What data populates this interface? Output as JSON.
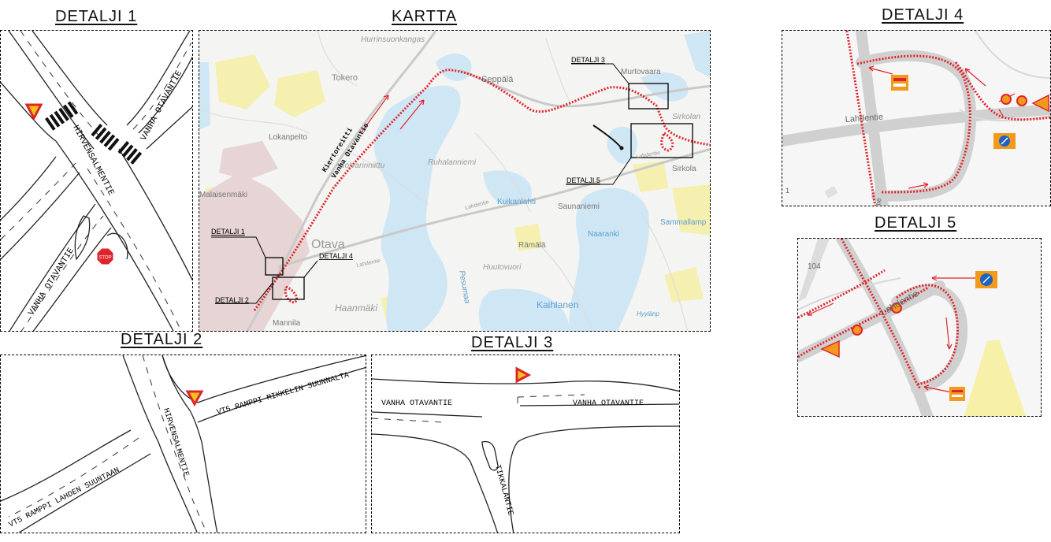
{
  "titles": {
    "detalji1": "DETALJI 1",
    "kartta": "KARTTA",
    "detalji4": "DETALJI 4",
    "detalji5": "DETALJI 5",
    "detalji2": "DETALJI 2",
    "detalji3": "DETALJI 3"
  },
  "detalji1": {
    "road_hirvensalmentie": "HIRVENSALMENTIE",
    "road_vanha_top": "VANHA OTAVANTIE",
    "road_vanha_bottom": "VANHA OTAVANTIE",
    "stop_sign": "STOP"
  },
  "kartta": {
    "places": {
      "hurrinsuonkangas": "Hurrinsuonkangas",
      "tokero": "Tokero",
      "seppala": "Seppälä",
      "murtovaara": "Murtovaara",
      "sirkolan": "Sirkolan",
      "lokanpelto": "Lokanpelto",
      "ruhalanniemi": "Ruhalanniemi",
      "sirkola": "Sirkola",
      "kolvarinniittu": "Kolvarinniittu",
      "malaisenmaki": "Malaisenmäki",
      "kuikanlahti": "Kuikanlahti",
      "saunaniemi": "Saunaniemi",
      "naaranki": "Naaranki",
      "sammallamp": "Sammallamp",
      "otava": "Otava",
      "ramala": "Rämälä",
      "huutovuori": "Huutovuori",
      "pesumaa": "Pesumaa",
      "haanmaki": "Haanmäki",
      "kaihlanen": "Kaihlanen",
      "mannila": "Mannila",
      "hyylanp": "Hyylänp",
      "lahdentie1": "Lahdentie",
      "lahdentie2": "Lahdentie",
      "lahdentie3": "Lahdentie"
    },
    "route_label_1": "Kiertoreitti",
    "route_label_2": "Vanha Otavantie",
    "callouts": {
      "d1": "DETALJI 1",
      "d2": "DETALJI 2",
      "d3": "DETALJI 3",
      "d4": "DETALJI 4",
      "d5": "DETALJI 5"
    }
  },
  "detalji4": {
    "road_lahdentie": "Lahdentie",
    "km_marker": "1",
    "partial_label": "tie"
  },
  "detalji5": {
    "road_lahdentie": "Lahdentie",
    "road_number": "104"
  },
  "detalji2": {
    "road_hirvensalmentie": "HIRVENSALMENTIE",
    "ramp_mikkeli": "VT5 RAMPPI MIKKELIN SUUNNALTA",
    "ramp_lahti": "VT5 RAMPPI LAHDEN SUUNTAAN"
  },
  "detalji3": {
    "road_vanha_left": "VANHA OTAVANTIE",
    "road_vanha_right": "VANHA OTAVANTIE",
    "road_tikkalantie": "TIKKALANTIE"
  },
  "colors": {
    "route": "#e0242b",
    "water": "#cfe6f5",
    "urban": "#e7d4d4",
    "field": "#f6f0a8",
    "sign_red": "#e0242b",
    "sign_orange": "#f39a1c",
    "sign_blue": "#1e63c0"
  }
}
